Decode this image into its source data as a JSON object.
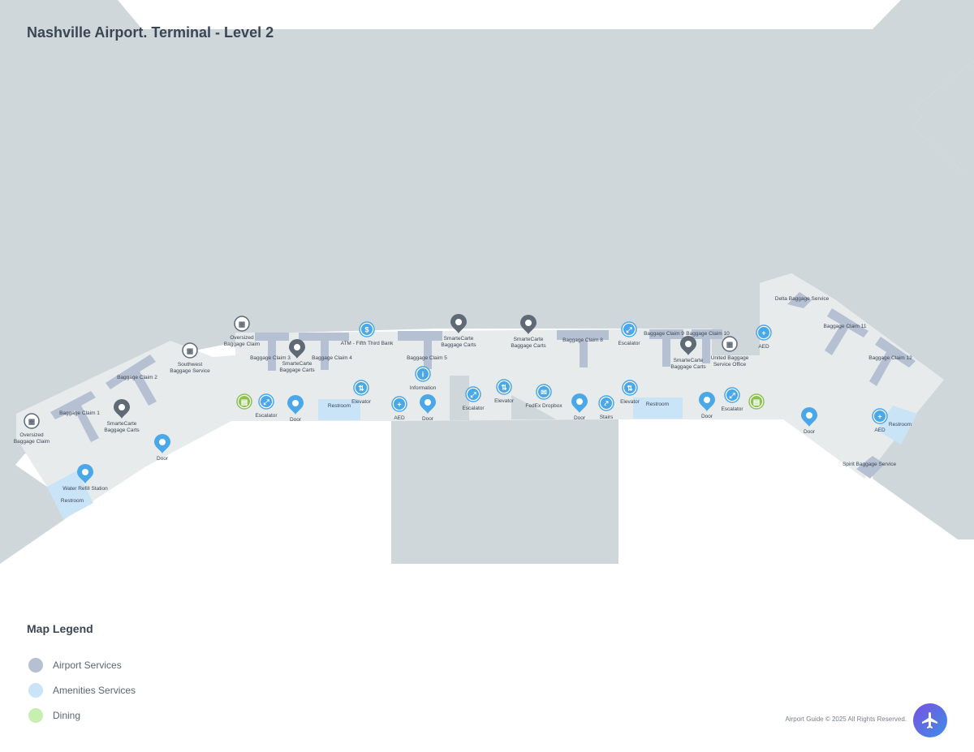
{
  "title": "Nashville Airport. Terminal - Level 2",
  "colors": {
    "floor_outer": "#cfd7da",
    "floor_terminal": "#e7ebec",
    "baggage_belt": "#b6c0d3",
    "restroom": "#c9e4f7",
    "airport_services": "#5f6a76",
    "amenities": "#4aa7e8",
    "dining": "#8cc152"
  },
  "markers": [
    {
      "category": "airport",
      "icon": "baggage-icon",
      "label": [
        "Oversized",
        "Baggage Claim"
      ]
    },
    {
      "category": "airport",
      "icon": "pin-icon",
      "label": [
        "SmarteCarte",
        "Baggage Carts"
      ]
    },
    {
      "category": "amenities",
      "icon": "pin-icon",
      "label": [
        "Door"
      ]
    },
    {
      "category": "amenities",
      "icon": "pin-icon",
      "label": [
        "Water Refill Station"
      ]
    },
    {
      "category": "airport",
      "icon": "baggage-icon",
      "label": [
        "Southwest",
        "Baggage Service"
      ]
    },
    {
      "category": "airport",
      "icon": "baggage-icon",
      "label": [
        "Oversized",
        "Baggage Claim"
      ]
    },
    {
      "category": "airport",
      "icon": "pin-icon",
      "label": [
        "SmarteCarte",
        "Baggage Carts"
      ]
    },
    {
      "category": "dining",
      "icon": "dining-icon",
      "label": []
    },
    {
      "category": "amenities",
      "icon": "escalator-icon",
      "label": [
        "Escalator"
      ]
    },
    {
      "category": "amenities",
      "icon": "pin-icon",
      "label": [
        "Door"
      ]
    },
    {
      "category": "amenities",
      "icon": "elevator-icon",
      "label": [
        "Elevator"
      ]
    },
    {
      "category": "amenities",
      "icon": "atm-icon",
      "label": [
        "ATM - Fifth Third Bank"
      ]
    },
    {
      "category": "amenities",
      "icon": "aed-icon",
      "label": [
        "AED"
      ]
    },
    {
      "category": "amenities",
      "icon": "pin-icon",
      "label": [
        "Door"
      ]
    },
    {
      "category": "amenities",
      "icon": "info-icon",
      "label": [
        "Information"
      ]
    },
    {
      "category": "airport",
      "icon": "pin-icon",
      "label": [
        "SmarteCarte",
        "Baggage Carts"
      ]
    },
    {
      "category": "amenities",
      "icon": "escalator-icon",
      "label": [
        "Escalator"
      ]
    },
    {
      "category": "amenities",
      "icon": "elevator-icon",
      "label": [
        "Elevator"
      ]
    },
    {
      "category": "amenities",
      "icon": "mail-icon",
      "label": [
        "FedEx Dropbox"
      ]
    },
    {
      "category": "airport",
      "icon": "pin-icon",
      "label": [
        "SmarteCarte",
        "Baggage Carts"
      ]
    },
    {
      "category": "amenities",
      "icon": "pin-icon",
      "label": [
        "Door"
      ]
    },
    {
      "category": "amenities",
      "icon": "stairs-icon",
      "label": [
        "Stairs"
      ]
    },
    {
      "category": "amenities",
      "icon": "elevator-icon",
      "label": [
        "Elevator"
      ]
    },
    {
      "category": "amenities",
      "icon": "escalator-icon",
      "label": [
        "Escalator"
      ]
    },
    {
      "category": "airport",
      "icon": "pin-icon",
      "label": [
        "SmarteCarte",
        "Baggage Carts"
      ]
    },
    {
      "category": "airport",
      "icon": "baggage-icon",
      "label": [
        "United Baggage",
        "Service Office"
      ]
    },
    {
      "category": "amenities",
      "icon": "aed-icon",
      "label": [
        "AED"
      ]
    },
    {
      "category": "amenities",
      "icon": "pin-icon",
      "label": [
        "Door"
      ]
    },
    {
      "category": "amenities",
      "icon": "escalator-icon",
      "label": [
        "Escalator"
      ]
    },
    {
      "category": "dining",
      "icon": "dining-icon",
      "label": []
    },
    {
      "category": "amenities",
      "icon": "pin-icon",
      "label": [
        "Door"
      ]
    },
    {
      "category": "amenities",
      "icon": "aed-icon",
      "label": [
        "AED"
      ]
    }
  ],
  "labels": {
    "baggage_claim_1": "Baggage Claim 1",
    "baggage_claim_2": "Baggage Claim 2",
    "baggage_claim_3": "Baggage Claim 3",
    "baggage_claim_4": "Baggage Claim 4",
    "baggage_claim_5": "Baggage Claim 5",
    "baggage_claim_8": "Baggage Claim 8",
    "baggage_claim_9": "Baggage Claim 9",
    "baggage_claim_10": "Baggage Claim 10",
    "baggage_claim_11": "Baggage Claim 11",
    "baggage_claim_12": "Baggage Claim 12",
    "delta": "Delta Baggage Service",
    "spirit": "Spirit Baggage Service",
    "restroom": "Restroom"
  },
  "legend": {
    "title": "Map Legend",
    "items": [
      {
        "label": "Airport Services",
        "color": "#b6c0d3"
      },
      {
        "label": "Amenities Services",
        "color": "#c9e4f7"
      },
      {
        "label": "Dining",
        "color": "#c9efb0"
      }
    ]
  },
  "footer": "Airport Guide © 2025 All Rights Reserved.",
  "plane_icon": "airplane-icon"
}
